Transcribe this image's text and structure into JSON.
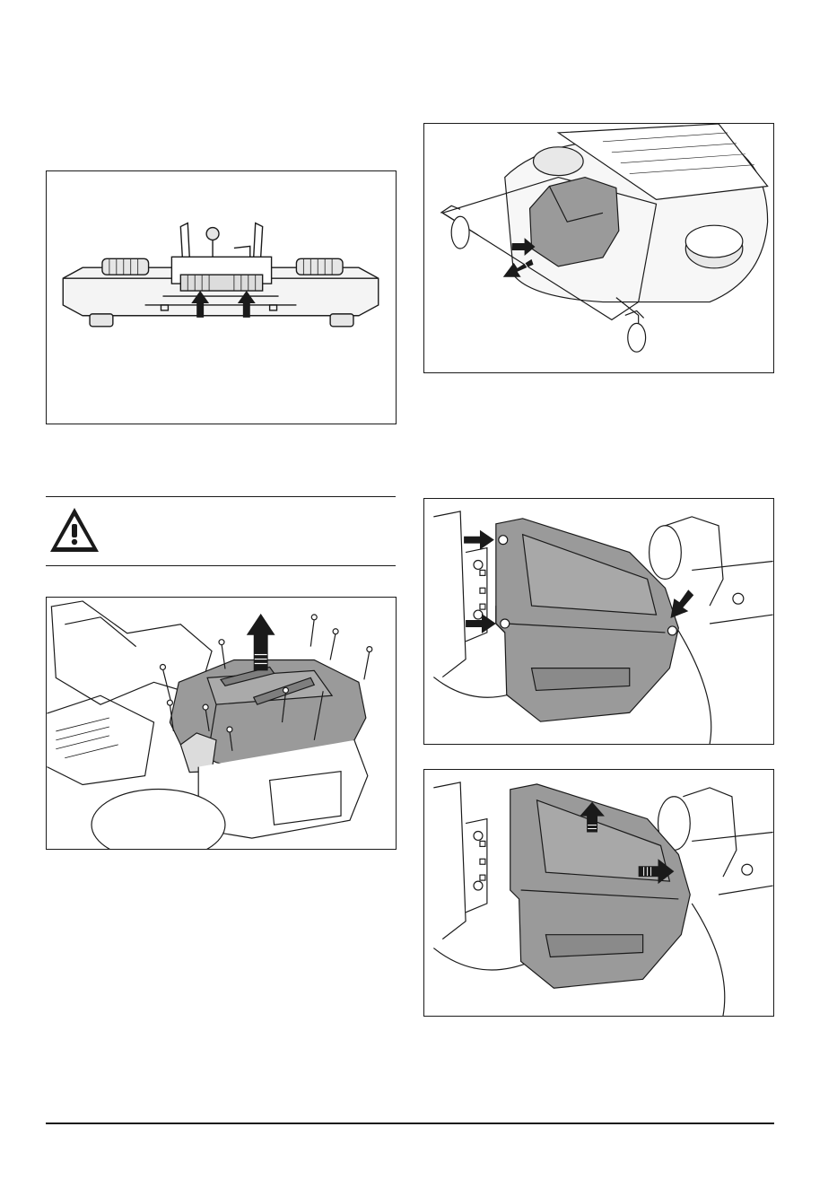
{
  "figures": [
    {
      "id": "fig-deck-front",
      "description_icon": "mower-deck-front-view"
    },
    {
      "id": "fig-deck-top",
      "description_icon": "mower-deck-cover-removal"
    },
    {
      "id": "fig-engine-cover",
      "description_icon": "engine-cover-screws"
    },
    {
      "id": "fig-side-panel-screws",
      "description_icon": "side-panel-screws"
    },
    {
      "id": "fig-side-panel-remove",
      "description_icon": "side-panel-removal"
    }
  ],
  "warning": {
    "icon": "warning-triangle-icon",
    "text": ""
  },
  "colors": {
    "ink": "#1a1a1a",
    "part_fill": "#9a9a9a",
    "line": "#444444"
  }
}
